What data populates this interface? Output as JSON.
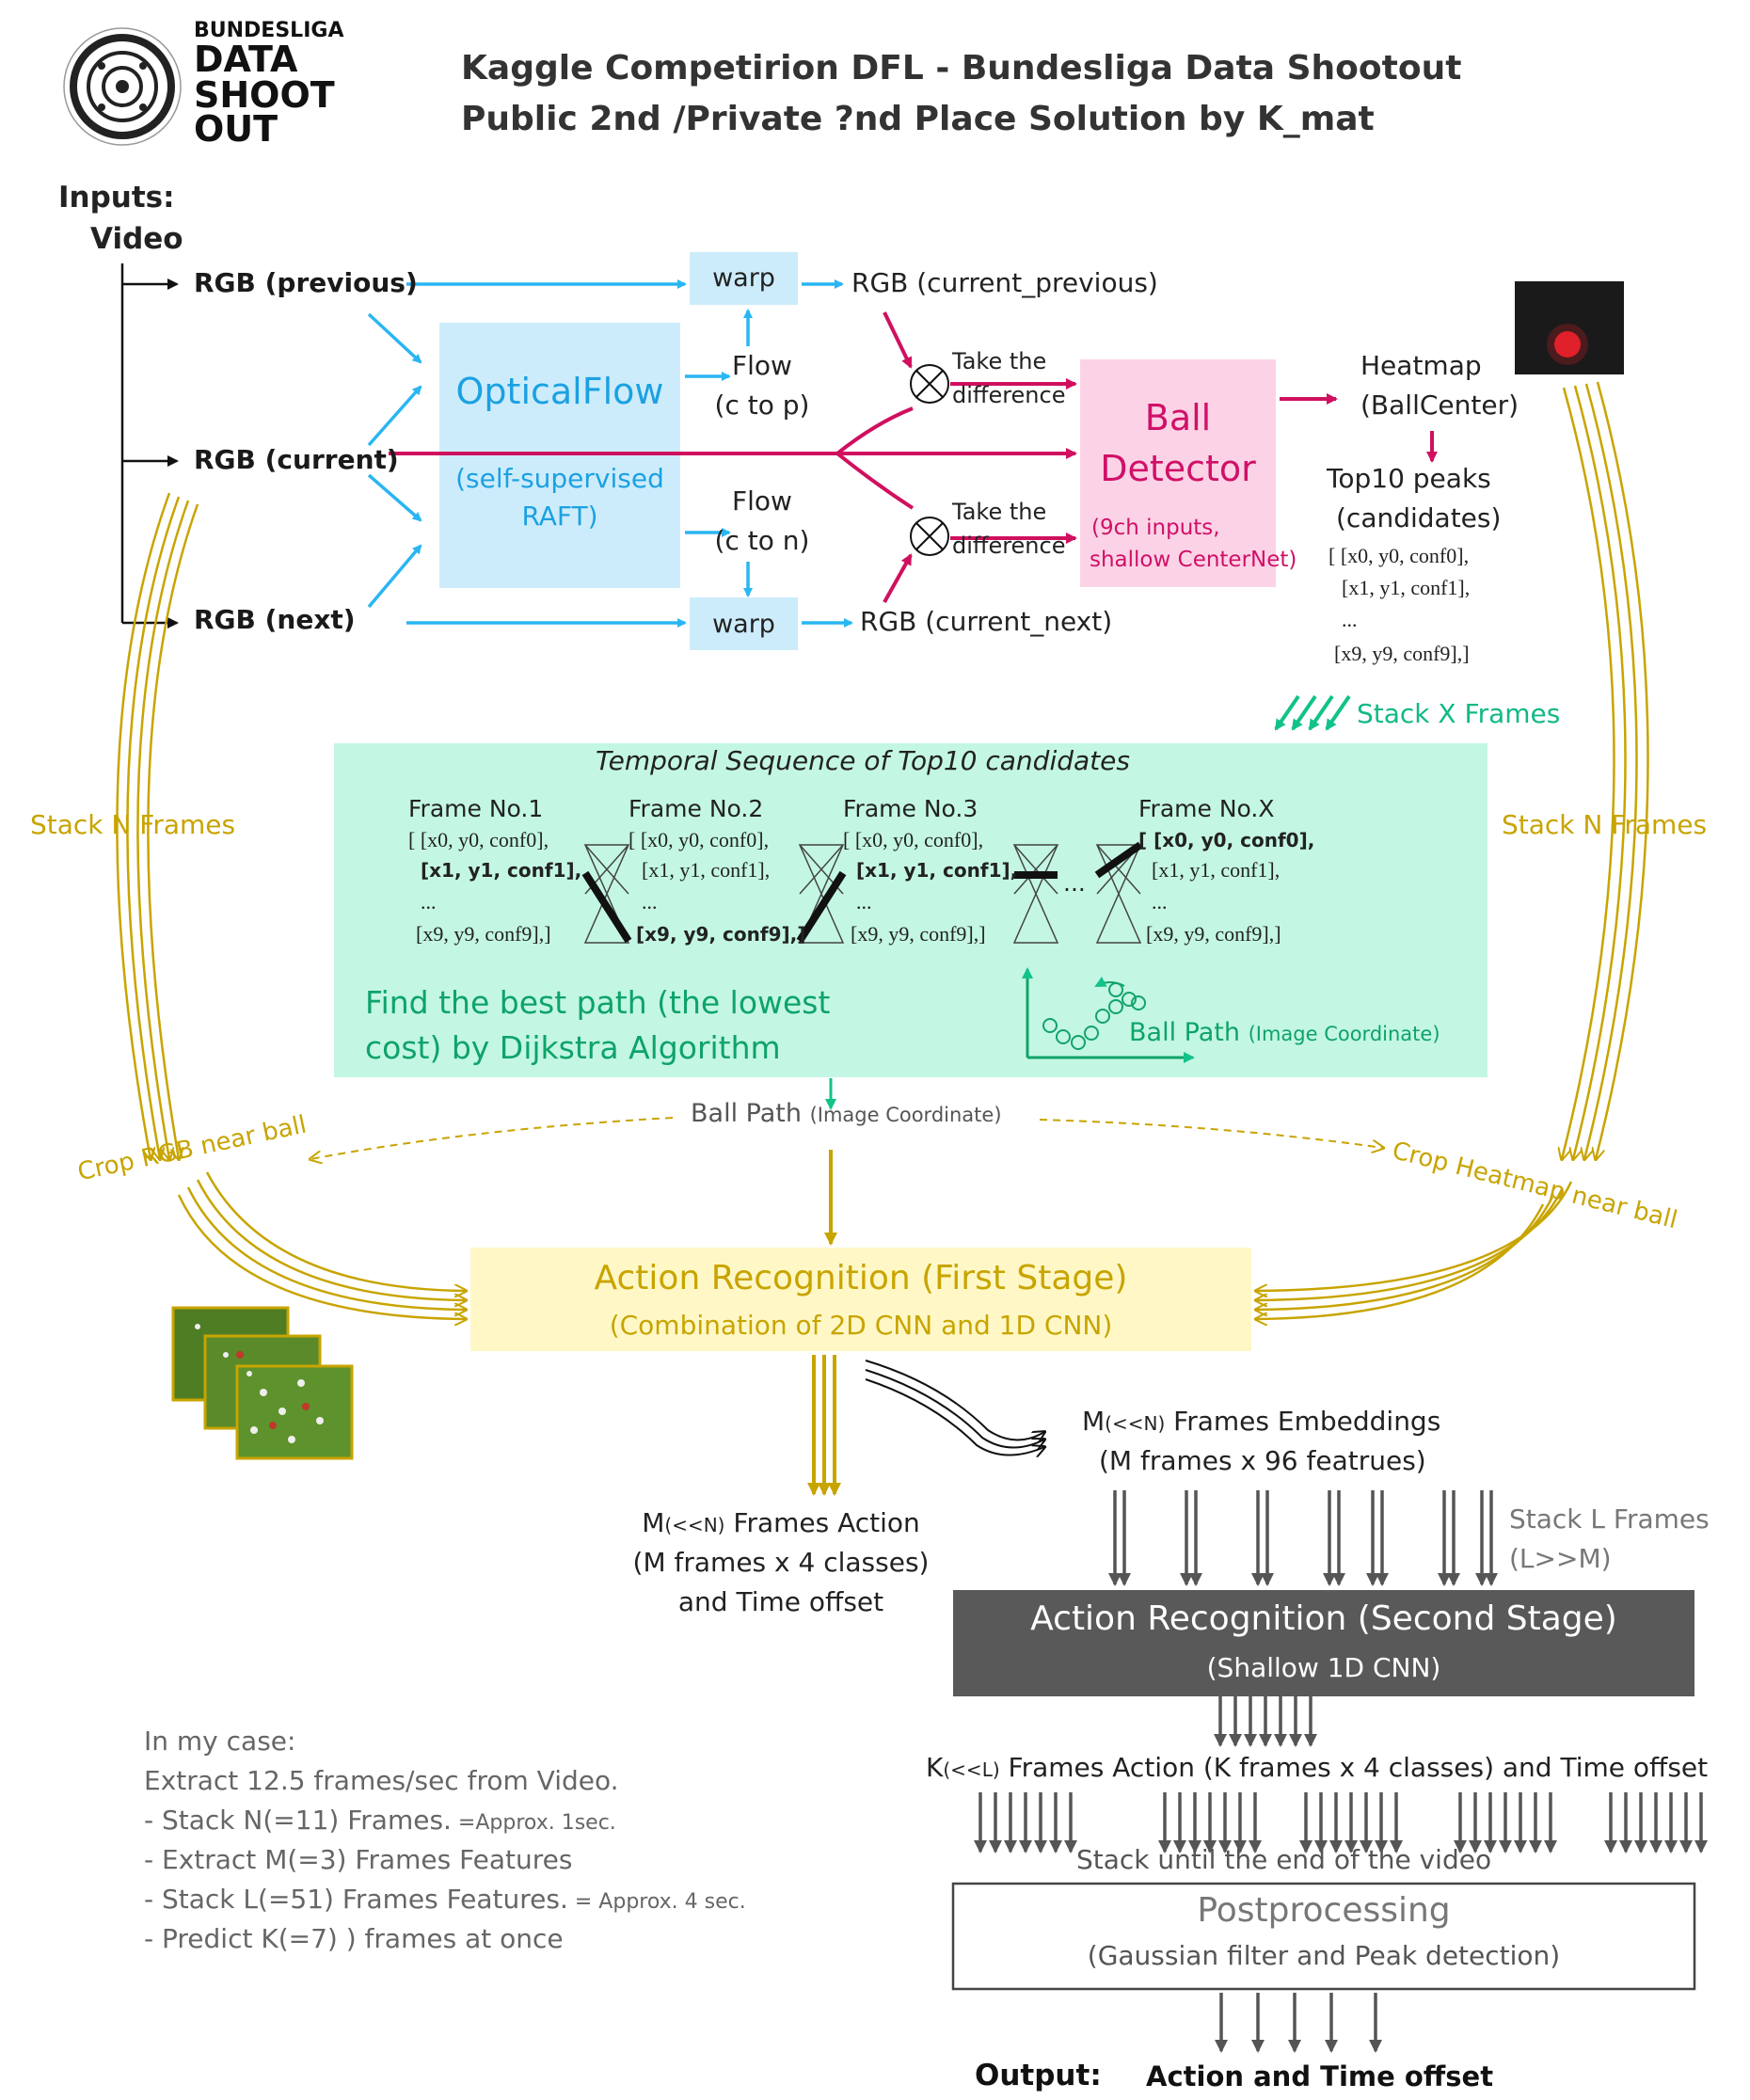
{
  "logo": {
    "line1": "BUNDESLIGA",
    "line2": "DATA",
    "line3": "SHOOT",
    "line4": "OUT"
  },
  "title": {
    "line1": "Kaggle Competirion   DFL - Bundesliga Data Shootout",
    "line2": "Public 2nd /Private ?nd Place Solution by K_mat"
  },
  "inputs": {
    "label": "Inputs:",
    "video": "Video"
  },
  "rgb": {
    "previous": "RGB (previous)",
    "current": "RGB (current)",
    "next": "RGB (next)"
  },
  "optical_flow": {
    "title": "OpticalFlow",
    "sub1": "(self-supervised",
    "sub2": "RAFT)"
  },
  "warp_top": "warp",
  "warp_bottom": "warp",
  "flow_top": {
    "line1": "Flow",
    "line2": "(c to p)"
  },
  "flow_bottom": {
    "line1": "Flow",
    "line2": "(c to n)"
  },
  "rgb_current_previous": "RGB (current_previous)",
  "rgb_current_next": "RGB (current_next)",
  "diff_top": {
    "line1": "Take the",
    "line2": "difference"
  },
  "diff_bottom": {
    "line1": "Take the",
    "line2": "difference"
  },
  "ball_detector": {
    "line1": "Ball",
    "line2": "Detector",
    "sub1": "(9ch inputs,",
    "sub2": "shallow CenterNet)"
  },
  "heatmap": {
    "line1": "Heatmap",
    "line2": "(BallCenter)"
  },
  "top10": {
    "line1": "Top10 peaks",
    "line2": "(candidates)",
    "list": [
      "[ [x0, y0, conf0],",
      "[x1, y1, conf1],",
      "...",
      "[x9, y9, conf9],]"
    ]
  },
  "stack_x": "Stack X Frames",
  "stack_n_left": "Stack N Frames",
  "stack_n_right": "Stack N Frames",
  "temporal": {
    "title": "Temporal Sequence of Top10 candidates",
    "frames": [
      {
        "name": "Frame No.1",
        "rows": [
          "[ [x0, y0, conf0],",
          "[x1, y1, conf1],",
          "...",
          "[x9, y9, conf9],]"
        ]
      },
      {
        "name": "Frame No.2",
        "rows": [
          "[ [x0, y0, conf0],",
          "[x1, y1, conf1],",
          "...",
          "[x9, y9, conf9],]"
        ]
      },
      {
        "name": "Frame No.3",
        "rows": [
          "[ [x0, y0, conf0],",
          "[x1, y1, conf1],",
          "...",
          "[x9, y9, conf9],]"
        ]
      },
      {
        "name": "Frame No.X",
        "rows": [
          "[ [x0, y0, conf0],",
          "[x1, y1, conf1],",
          "...",
          "[x9, y9, conf9],]"
        ]
      }
    ],
    "ellipsis": "...",
    "dijkstra_line1": "Find the best path (the lowest",
    "dijkstra_line2": "cost) by Dijkstra Algorithm",
    "ball_path": "Ball Path",
    "ball_path_small": "(Image Coordinate)"
  },
  "ball_path_out": {
    "main": "Ball Path",
    "small": "(Image Coordinate)"
  },
  "crop_rgb": "Crop RGB near ball",
  "crop_heatmap": "Crop Heatmap near ball",
  "action_first": {
    "line1": "Action Recognition (First Stage)",
    "line2": "(Combination of 2D CNN and 1D CNN)"
  },
  "m_action": {
    "pre": "M",
    "small": "(<<N)",
    "post": " Frames Action",
    "line2": "(M frames x 4 classes)",
    "line3": "and Time offset"
  },
  "m_embed": {
    "pre": "M",
    "small": "(<<N)",
    "post": " Frames Embeddings",
    "line2": "(M frames x 96 featrues)"
  },
  "stack_l": {
    "line1": "Stack L Frames",
    "line2": "(L>>M)"
  },
  "action_second": {
    "line1": "Action Recognition (Second Stage)",
    "line2": "(Shallow 1D CNN)"
  },
  "k_action": {
    "pre": "K",
    "small": "(<<L)",
    "post": " Frames Action (K frames x 4 classes) and Time offset"
  },
  "stack_until": "Stack until the end of the video",
  "postprocessing": {
    "line1": "Postprocessing",
    "line2": "(Gaussian filter and Peak detection)"
  },
  "output": {
    "label": "Output:",
    "value": "Action and Time offset"
  },
  "notes": {
    "line1": "In my case:",
    "line2": "Extract 12.5 frames/sec from Video.",
    "line3": "- Stack N(=11) Frames.",
    "line3_small": " =Approx. 1sec.",
    "line4": "- Extract M(=3) Frames Features",
    "line5": "- Stack L(=51) Frames Features.",
    "line5_small": " = Approx. 4 sec.",
    "line6": "- Predict K(=7) ) frames at once"
  },
  "colors": {
    "blue_arrow": "#29b6f2",
    "pink_arrow": "#d0105f",
    "gold": "#c8a400",
    "green": "#12c28a",
    "optical_flow_fill": "#cdecfb",
    "ball_detector_fill": "#fcd3e6",
    "temporal_fill": "#c3f7e3",
    "action_first_fill": "#fff8c6",
    "action_second_fill": "#595959"
  }
}
